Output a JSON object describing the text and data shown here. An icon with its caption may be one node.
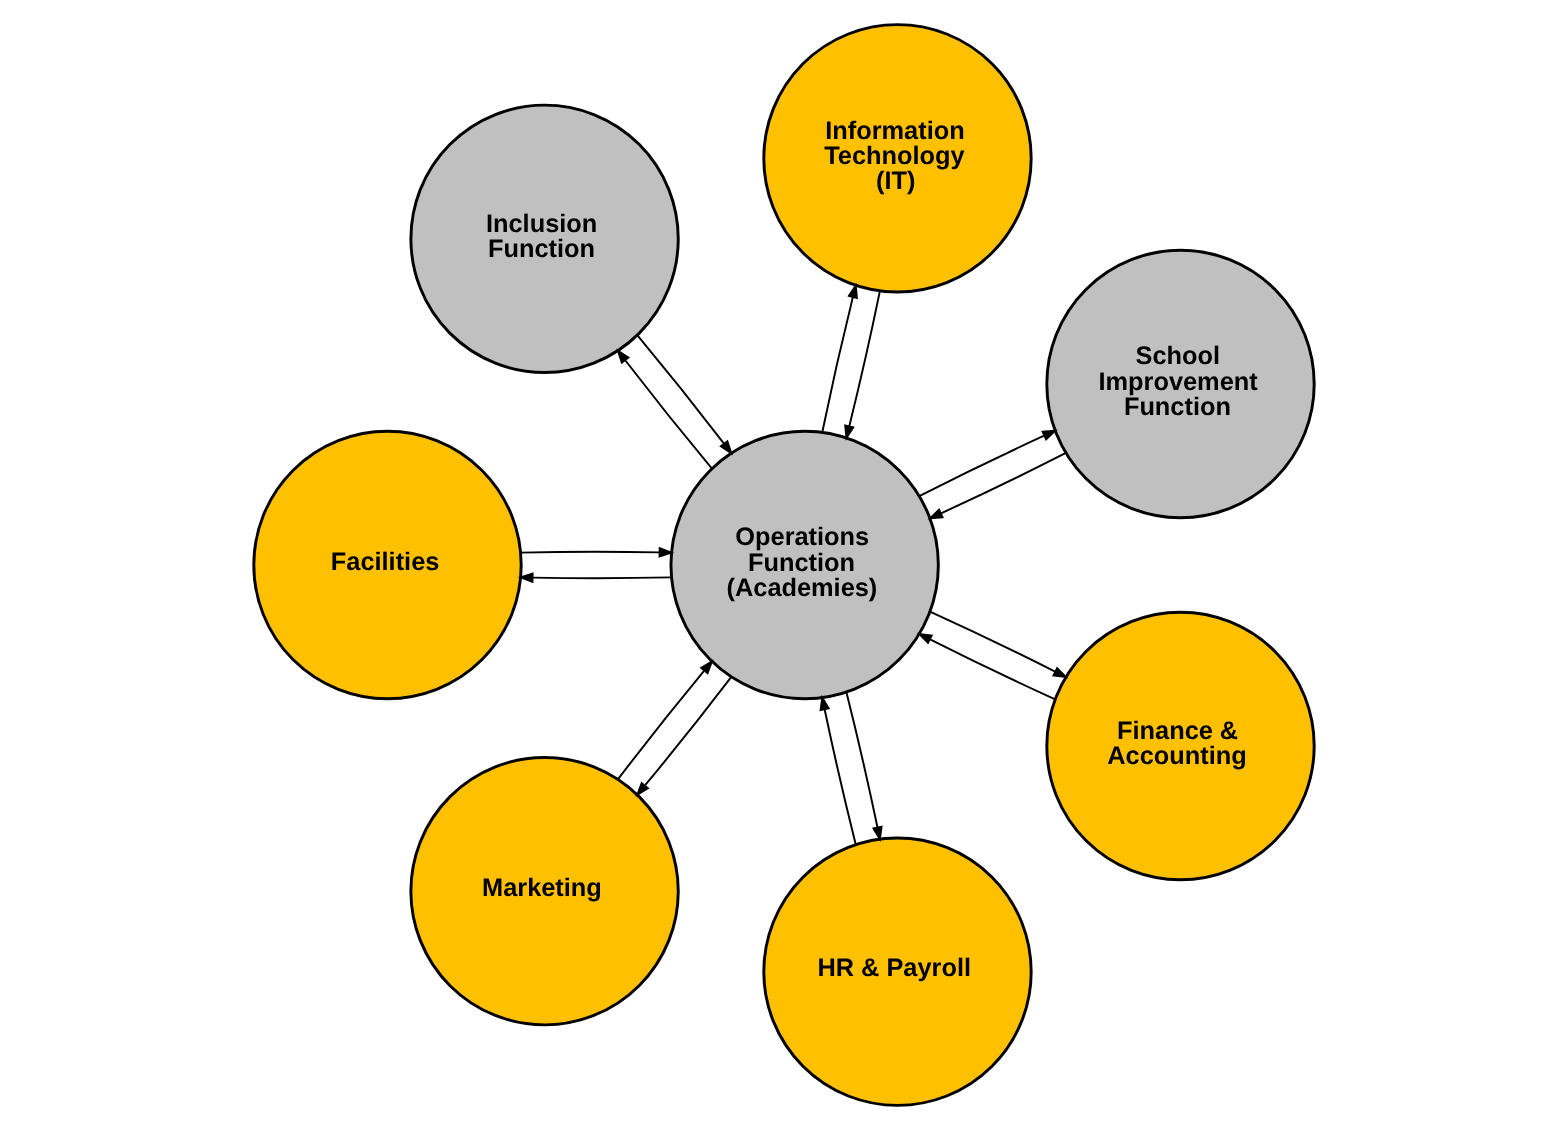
{
  "diagram": {
    "nodes": [
      {
        "text": [
          "School Improvement Function"
        ]
      },
      {
        "text": [
          "Information Technology (IT)"
        ]
      },
      {
        "text": [
          "Inclusion Function"
        ]
      },
      {
        "text": [
          "Operations Function (Academies)"
        ]
      },
      {
        "text": [
          "Facilities"
        ]
      },
      {
        "text": [
          "Marketing"
        ]
      },
      {
        "text": [
          "HR & Payroll"
        ]
      },
      {
        "text": [
          "Finance & Accounting"
        ]
      }
    ],
    "edges": [
      {
        "from": 3,
        "to": 0,
        "arrow": "to"
      },
      {
        "from": 0,
        "to": 3,
        "arrow": "to"
      },
      {
        "from": 3,
        "to": 1,
        "arrow": "to"
      },
      {
        "from": 1,
        "to": 3,
        "arrow": "to"
      },
      {
        "from": 3,
        "to": 2,
        "arrow": "to"
      },
      {
        "from": 2,
        "to": 3,
        "arrow": "to"
      },
      {
        "from": 3,
        "to": 4,
        "arrow": "to"
      },
      {
        "from": 4,
        "to": 3,
        "arrow": "to"
      },
      {
        "from": 3,
        "to": 5,
        "arrow": "to"
      },
      {
        "from": 5,
        "to": 3,
        "arrow": "to"
      },
      {
        "from": 3,
        "to": 6,
        "arrow": "to"
      },
      {
        "from": 6,
        "to": 3,
        "arrow": "to"
      },
      {
        "from": 3,
        "to": 7,
        "arrow": "to"
      },
      {
        "from": 7,
        "to": 3,
        "arrow": "to"
      }
    ]
  }
}
